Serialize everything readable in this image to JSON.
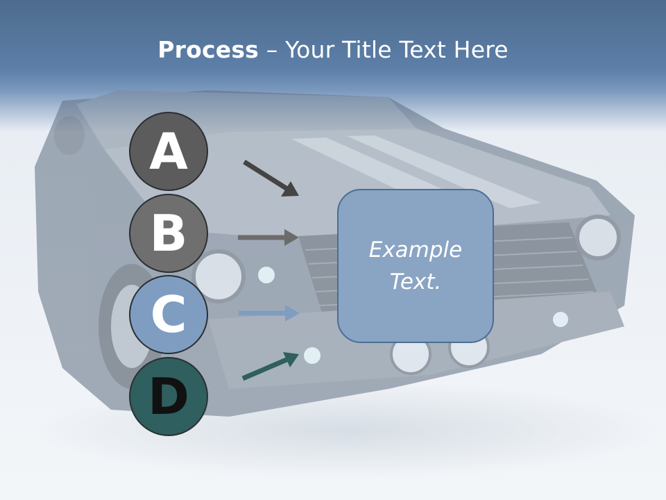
{
  "title": {
    "bold": "Process",
    "rest": " – Your Title Text Here"
  },
  "steps": [
    {
      "letter": "A",
      "color": "#5c5c5c",
      "arrow_color": "#444444"
    },
    {
      "letter": "B",
      "color": "#6f6f6f",
      "arrow_color": "#6b6b6b"
    },
    {
      "letter": "C",
      "color": "#7f9dc1",
      "arrow_color": "#7f9dc1"
    },
    {
      "letter": "D",
      "color": "#2f5f5e",
      "arrow_color": "#2f5f5e"
    }
  ],
  "box": {
    "text": "Example\nText.",
    "color": "#8aa4c4",
    "border": "#4a6d93"
  },
  "background": {
    "image": "car-front-photo",
    "header_color": "#5d7fa8"
  }
}
